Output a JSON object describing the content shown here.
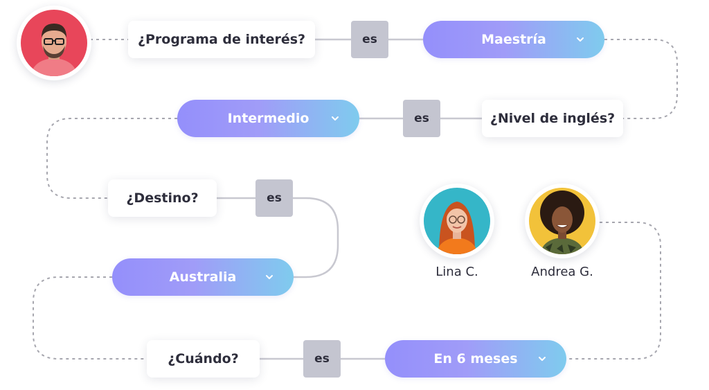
{
  "flow": {
    "step1": {
      "question": "¿Programa de interés?",
      "operator": "es",
      "answer": "Maestría"
    },
    "step2": {
      "question": "¿Nivel de inglés?",
      "operator": "es",
      "answer": "Intermedio"
    },
    "step3": {
      "question": "¿Destino?",
      "operator": "es",
      "answer": "Australia"
    },
    "step4": {
      "question": "¿Cuándo?",
      "operator": "es",
      "answer": "En 6 meses"
    }
  },
  "people": [
    {
      "name": "Lina C.",
      "icon": "woman-red-hair-avatar"
    },
    {
      "name": "Andrea G.",
      "icon": "woman-curly-hair-avatar"
    }
  ],
  "user_avatar": {
    "icon": "man-glasses-avatar"
  },
  "colors": {
    "pill_start": "#948ffb",
    "pill_end": "#7fcbee",
    "operator_bg": "#c4c5d0",
    "connector_solid": "#c8c8d0",
    "connector_dashed": "#a6a6ae"
  }
}
